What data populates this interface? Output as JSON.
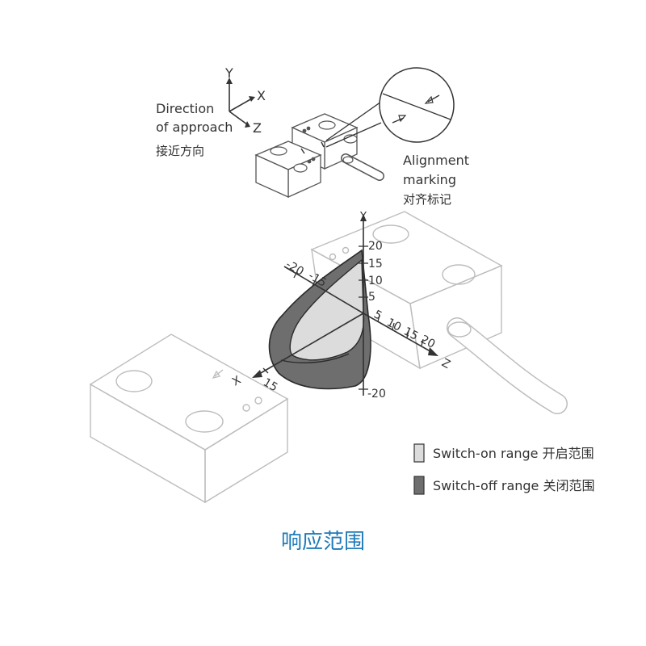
{
  "colors": {
    "switch_on": "#dcdcdc",
    "switch_off": "#6e6e6e",
    "caption": "#1f7ab8"
  },
  "top_diagram": {
    "direction_label": [
      "Direction",
      "of approach",
      "接近方向"
    ],
    "alignment_label": [
      "Alignment",
      "marking",
      "对齐标记"
    ],
    "axis_labels": {
      "y": "Y",
      "x": "X",
      "z": "Z"
    }
  },
  "main_diagram": {
    "axis_labels": {
      "y": "Y",
      "x": "X",
      "z": "Z"
    },
    "y_ticks": [
      "20",
      "15",
      "10",
      "5",
      "-20"
    ],
    "z_ticks": [
      "5",
      "10",
      "15",
      "20"
    ],
    "x_ticks": [
      "-20",
      "-15",
      "15"
    ]
  },
  "legend": [
    {
      "label": "Switch-on range 开启范围",
      "color_key": "switch_on"
    },
    {
      "label": "Switch-off range 关闭范围",
      "color_key": "switch_off"
    }
  ],
  "caption": "响应范围"
}
